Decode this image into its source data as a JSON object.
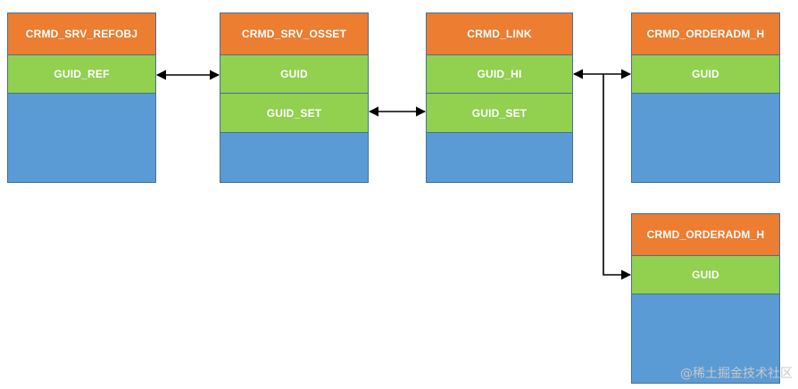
{
  "tables": {
    "refobj": {
      "title": "CRMD_SRV_REFOBJ",
      "fields": [
        "GUID_REF"
      ]
    },
    "osset": {
      "title": "CRMD_SRV_OSSET",
      "fields": [
        "GUID",
        "GUID_SET"
      ]
    },
    "link": {
      "title": "CRMD_LINK",
      "fields": [
        "GUID_HI",
        "GUID_SET"
      ]
    },
    "orderadm_top": {
      "title": "CRMD_ORDERADM_H",
      "fields": [
        "GUID"
      ]
    },
    "orderadm_bottom": {
      "title": "CRMD_ORDERADM_H",
      "fields": [
        "GUID"
      ]
    }
  },
  "colors": {
    "header": "#ed7d31",
    "field": "#92d050",
    "body": "#5b9bd5",
    "border": "#41719c",
    "connector": "#000000"
  },
  "watermark": "@稀土掘金技术社区"
}
